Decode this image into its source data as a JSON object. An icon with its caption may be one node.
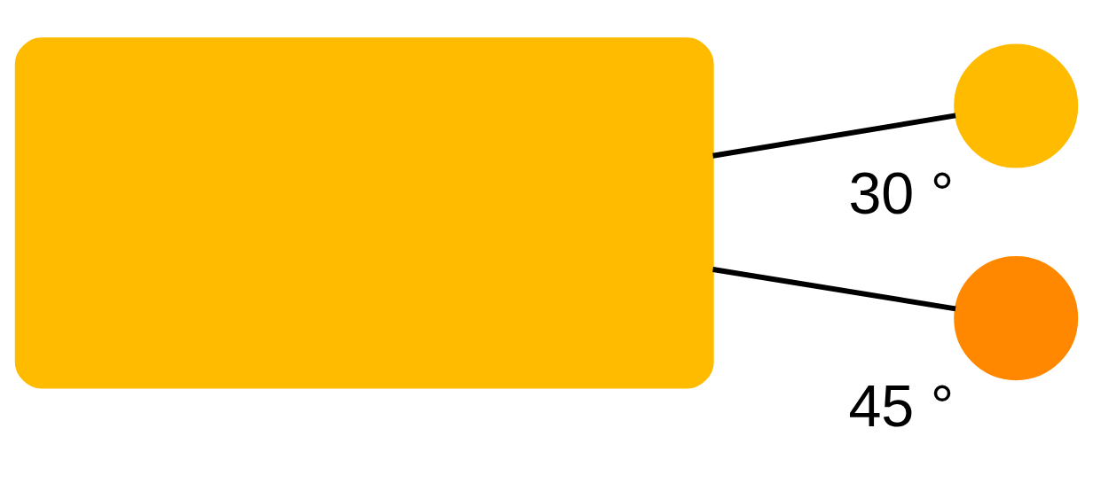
{
  "diagram": {
    "nodes": [
      {
        "text": [],
        "shape": "box"
      },
      {
        "text": [],
        "shape": "circle",
        "beside": [
          "30 °"
        ]
      },
      {
        "text": [],
        "shape": "circle",
        "beside": [
          "45 °"
        ]
      }
    ],
    "edges": [
      {
        "from": 0,
        "to": 1,
        "arrow": "none"
      },
      {
        "from": 0,
        "to": 2,
        "arrow": "none"
      }
    ]
  }
}
